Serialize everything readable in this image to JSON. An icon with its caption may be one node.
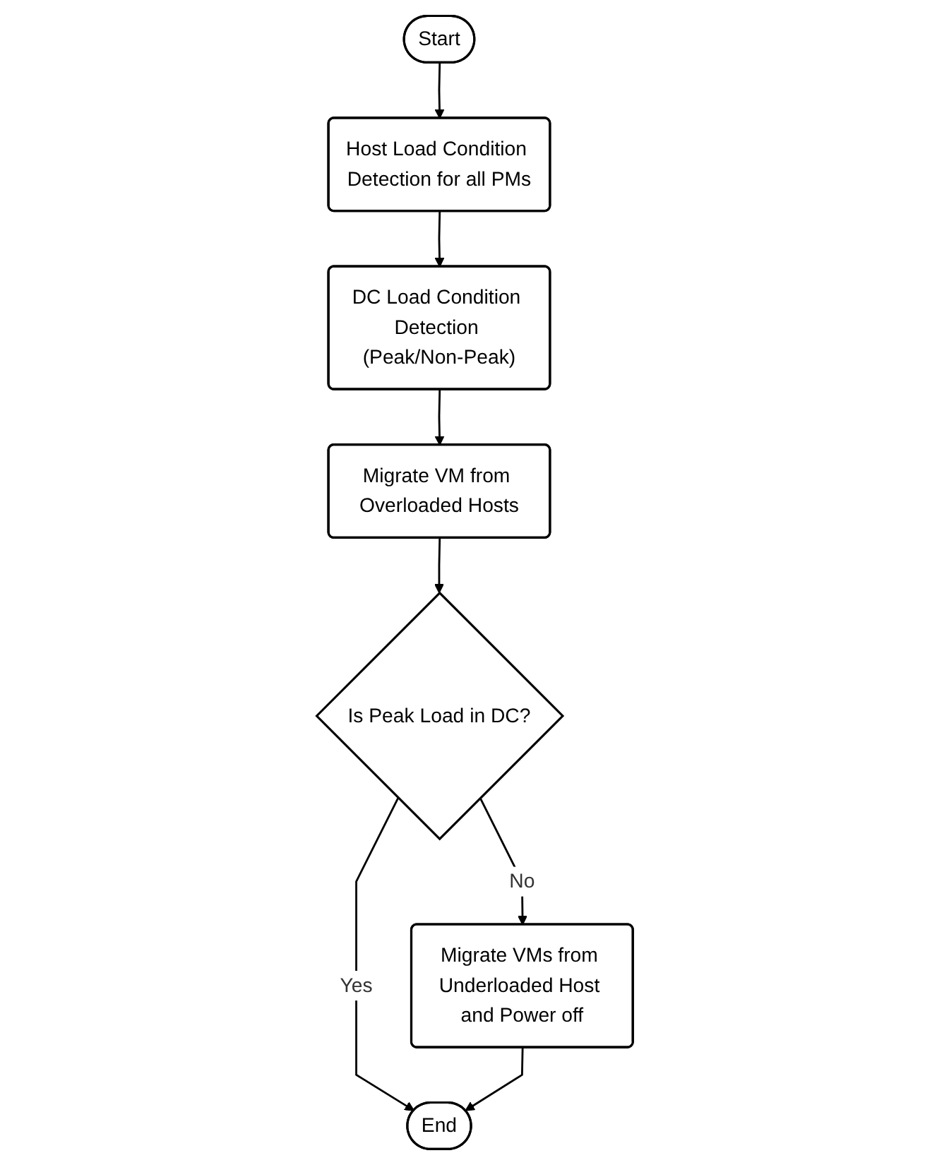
{
  "diagram": {
    "nodes": [
      {
        "text": [
          "Start"
        ]
      },
      {
        "text": [
          "Host Load Condition Detection for all PMs"
        ]
      },
      {
        "text": [
          "DC Load Condition Detection (Peak/Non-Peak)"
        ]
      },
      {
        "text": [
          "Migrate VM from Overloaded Hosts"
        ]
      },
      {
        "text": [
          "Is Peak Load in DC?"
        ]
      },
      {
        "text": [
          "Migrate VMs from Underloaded Host and Power off"
        ]
      },
      {
        "text": [
          "End"
        ]
      }
    ],
    "edges": [
      {
        "from": 0,
        "to": 1,
        "arrow": "to"
      },
      {
        "from": 1,
        "to": 2,
        "arrow": "to"
      },
      {
        "from": 2,
        "to": 3,
        "arrow": "to"
      },
      {
        "from": 3,
        "to": 4,
        "arrow": "to"
      },
      {
        "from": 4,
        "to": 5,
        "arrow": "to",
        "label": "No"
      },
      {
        "from": 4,
        "to": 6,
        "arrow": "to",
        "label": "Yes"
      },
      {
        "from": 5,
        "to": 6,
        "arrow": "to"
      }
    ]
  }
}
